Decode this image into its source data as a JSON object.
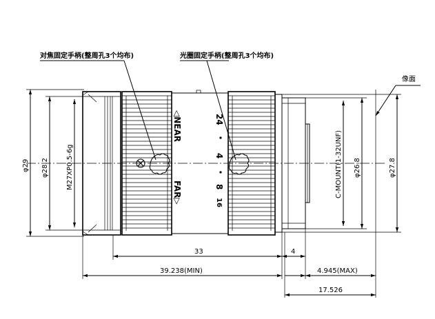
{
  "annotations": {
    "focus_lock": "对焦固定手柄(整周孔3个均布)",
    "iris_lock": "光圈固定手柄(整周孔3个均布)",
    "image_plane": "像面"
  },
  "ring_labels": {
    "near": "◁NEAR",
    "far": "FAR▷"
  },
  "aperture_scale": [
    "24",
    "4",
    "8",
    "16"
  ],
  "dimensions": {
    "phi29": "φ29",
    "phi28_2": "φ28.2",
    "thread": "M27XP0.5-6g",
    "mount": "C-MOUNT(1-32UNF)",
    "phi26_8": "φ26.8",
    "phi27_8": "φ27.8",
    "len33": "33",
    "len39": "39.238(MIN)",
    "len4": "4",
    "len4945": "4.945(MAX)",
    "len17": "17.526"
  }
}
